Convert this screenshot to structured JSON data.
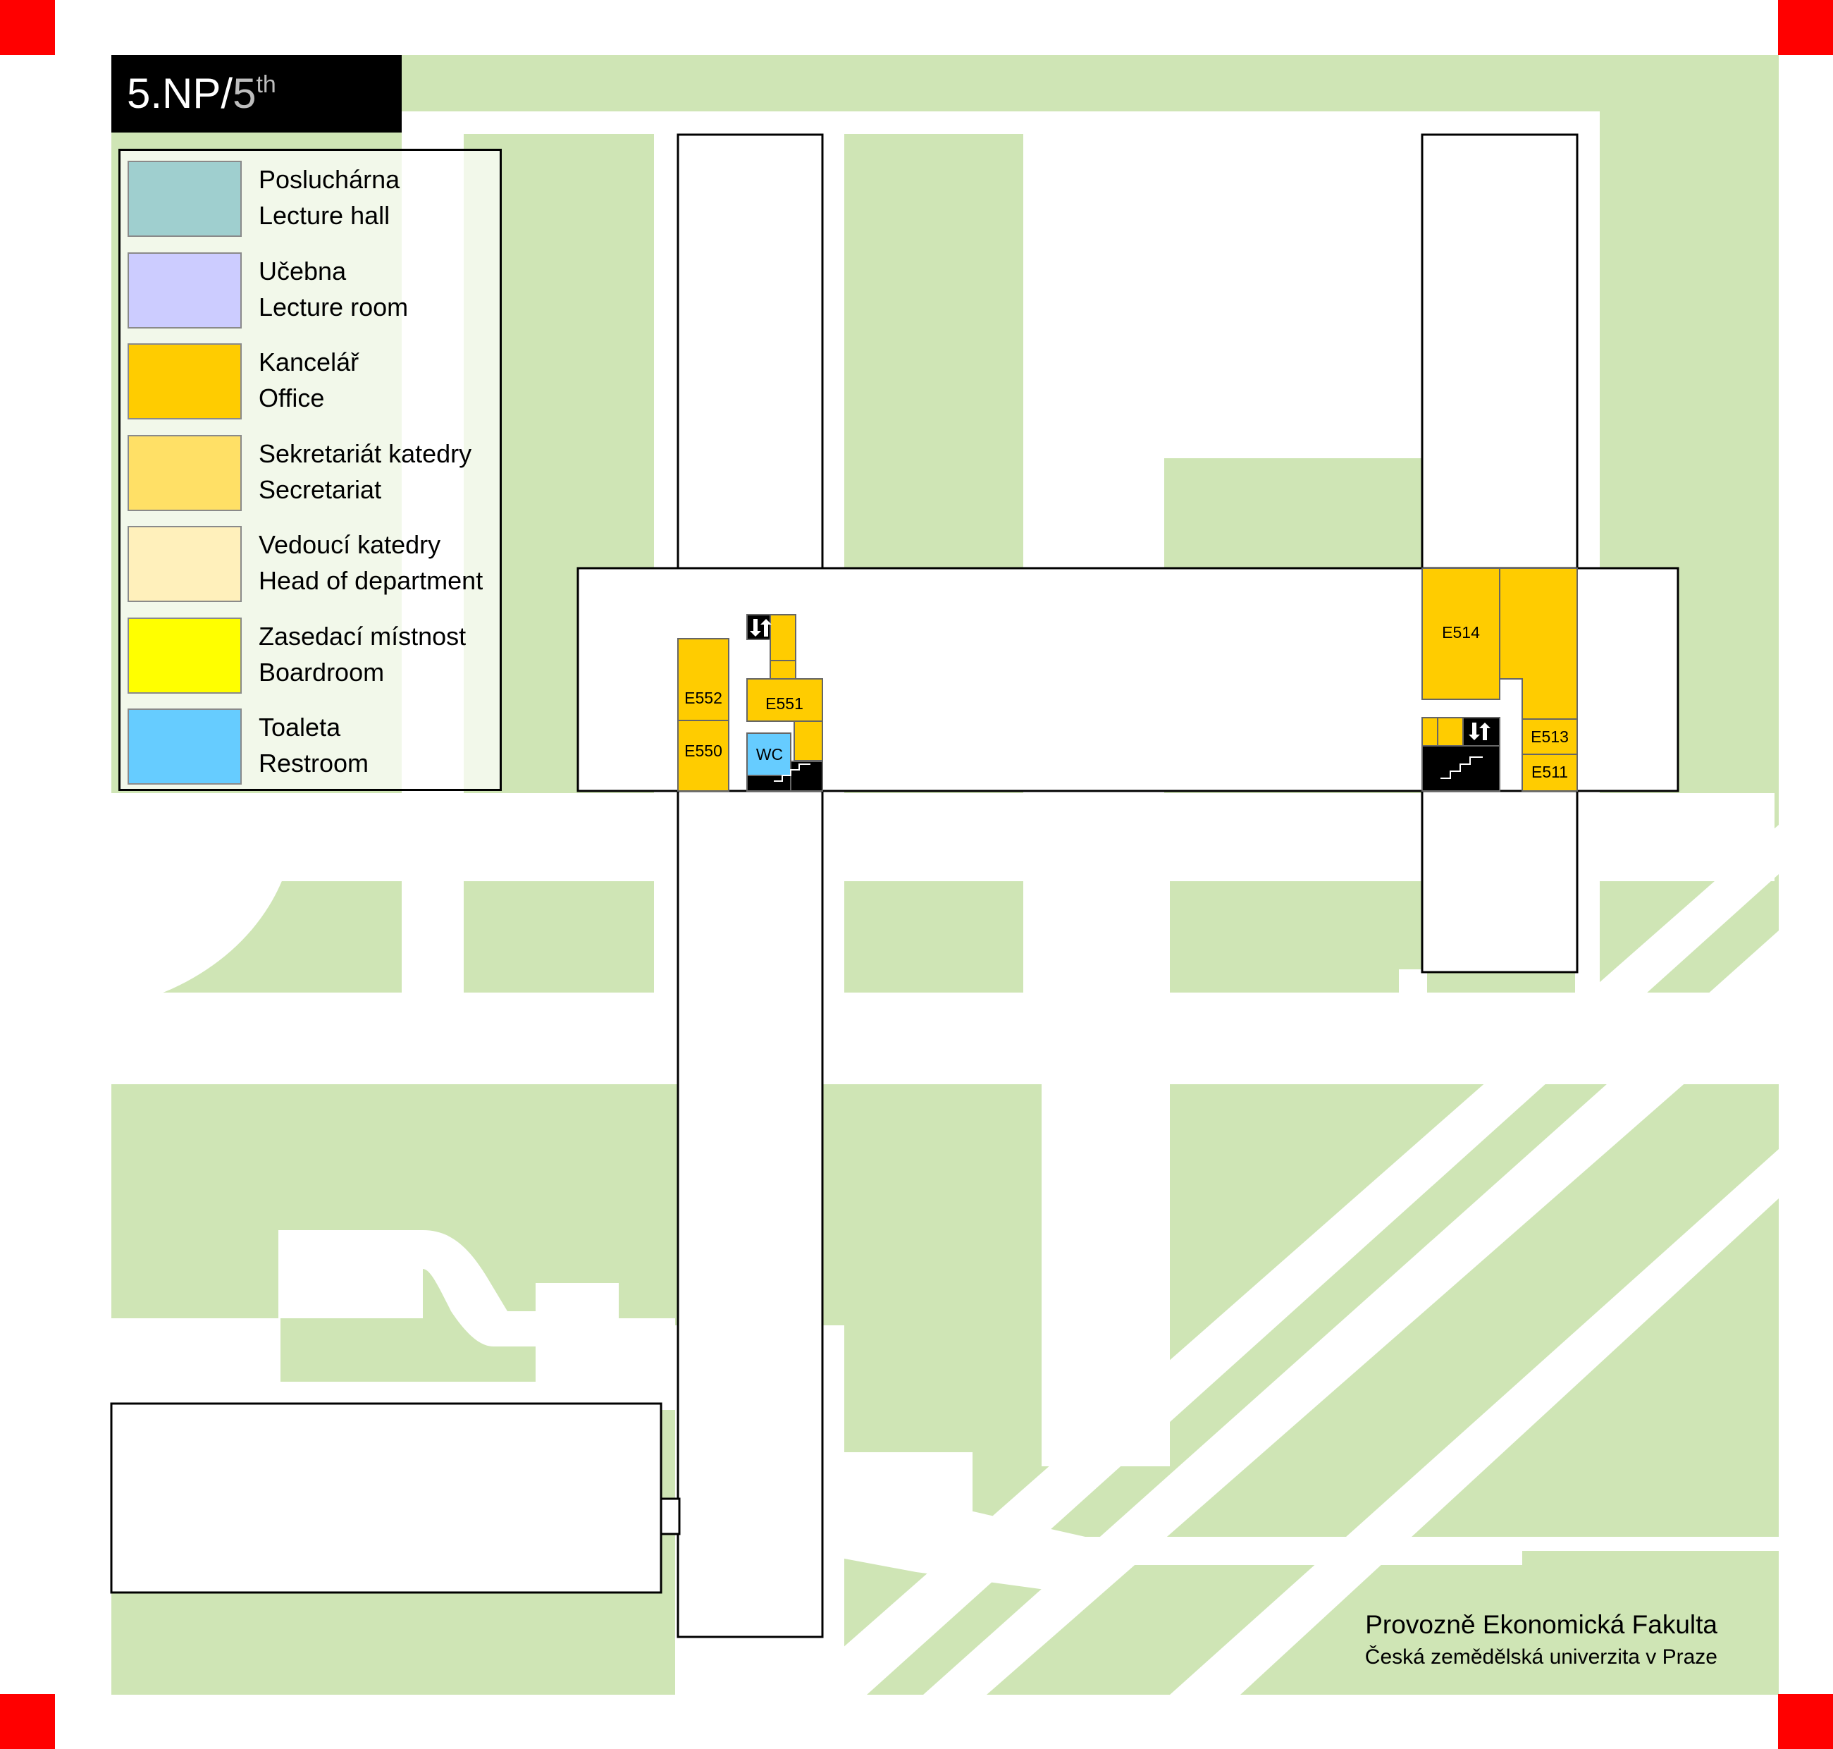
{
  "floor": {
    "cz": "5.NP/",
    "en_number": "5",
    "en_suffix": "th"
  },
  "legend": [
    {
      "cz": "Posluchárna",
      "en": "Lecture hall",
      "color": "#9fcfcf"
    },
    {
      "cz": "Učebna",
      "en": "Lecture room",
      "color": "#ccccff"
    },
    {
      "cz": "Kancelář",
      "en": "Office",
      "color": "#ffcc00"
    },
    {
      "cz": "Sekretariát katedry",
      "en": "Secretariat",
      "color": "#ffe066"
    },
    {
      "cz": "Vedoucí katedry",
      "en": "Head of department",
      "color": "#fff0bb"
    },
    {
      "cz": "Zasedací místnost",
      "en": "Boardroom",
      "color": "#ffff00"
    },
    {
      "cz": "Toaleta",
      "en": "Restroom",
      "color": "#66ccff"
    }
  ],
  "rooms": {
    "e552": "E552",
    "e551": "E551",
    "e550": "E550",
    "wc": "WC",
    "e514": "E514",
    "e513": "E513",
    "e511": "E511"
  },
  "caption": {
    "faculty": "Provozně Ekonomická Fakulta",
    "university": "Česká zemědělská univerzita v Praze"
  },
  "colors": {
    "green": "#cfe5b5",
    "office": "#ffcc00",
    "restroom": "#66ccff",
    "corner_marker": "#ff0000"
  },
  "icons": [
    "elevator-icon",
    "stairs-icon"
  ]
}
